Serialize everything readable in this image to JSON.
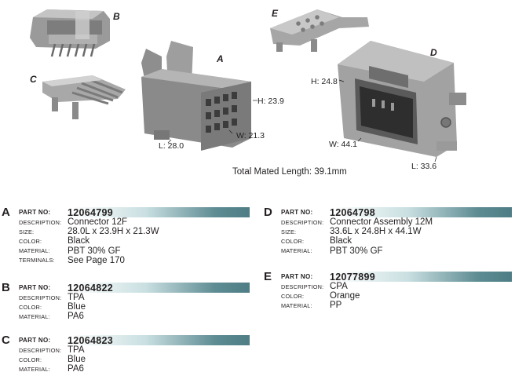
{
  "figure": {
    "labels": {
      "A": "A",
      "B": "B",
      "C": "C",
      "D": "D",
      "E": "E"
    },
    "dimensions": {
      "a_h": "H: 23.9",
      "a_w": "W: 21.3",
      "a_l": "L: 28.0",
      "d_h": "H: 24.8",
      "d_w": "W: 44.1",
      "d_l": "L: 33.6"
    },
    "mated_length": "Total Mated Length: 39.1mm"
  },
  "specs": [
    {
      "letter": "A",
      "part_label": "PART NO:",
      "part_no": "12064799",
      "rows": [
        {
          "k": "DESCRIPTION:",
          "v": "Connector 12F"
        },
        {
          "k": "SIZE:",
          "v": "28.0L x 23.9H x 21.3W"
        },
        {
          "k": "COLOR:",
          "v": "Black"
        },
        {
          "k": "MATERIAL:",
          "v": "PBT 30% GF"
        },
        {
          "k": "TERMINALS:",
          "v": "See Page 170"
        }
      ]
    },
    {
      "letter": "B",
      "part_label": "PART NO:",
      "part_no": "12064822",
      "rows": [
        {
          "k": "DESCRIPTION:",
          "v": "TPA"
        },
        {
          "k": "COLOR:",
          "v": "Blue"
        },
        {
          "k": "MATERIAL:",
          "v": "PA6"
        }
      ]
    },
    {
      "letter": "C",
      "part_label": "PART NO:",
      "part_no": "12064823",
      "rows": [
        {
          "k": "DESCRIPTION:",
          "v": "TPA"
        },
        {
          "k": "COLOR:",
          "v": "Blue"
        },
        {
          "k": "MATERIAL:",
          "v": "PA6"
        }
      ]
    },
    {
      "letter": "D",
      "part_label": "PART NO:",
      "part_no": "12064798",
      "rows": [
        {
          "k": "DESCRIPTION:",
          "v": "Connector Assembly 12M"
        },
        {
          "k": "SIZE:",
          "v": "33.6L x 24.8H x 44.1W"
        },
        {
          "k": "COLOR:",
          "v": "Black"
        },
        {
          "k": "MATERIAL:",
          "v": "PBT 30% GF"
        }
      ]
    },
    {
      "letter": "E",
      "part_label": "PART NO:",
      "part_no": "12077899",
      "rows": [
        {
          "k": "DESCRIPTION:",
          "v": "CPA"
        },
        {
          "k": "COLOR:",
          "v": "Orange"
        },
        {
          "k": "MATERIAL:",
          "v": "PP"
        }
      ]
    }
  ]
}
